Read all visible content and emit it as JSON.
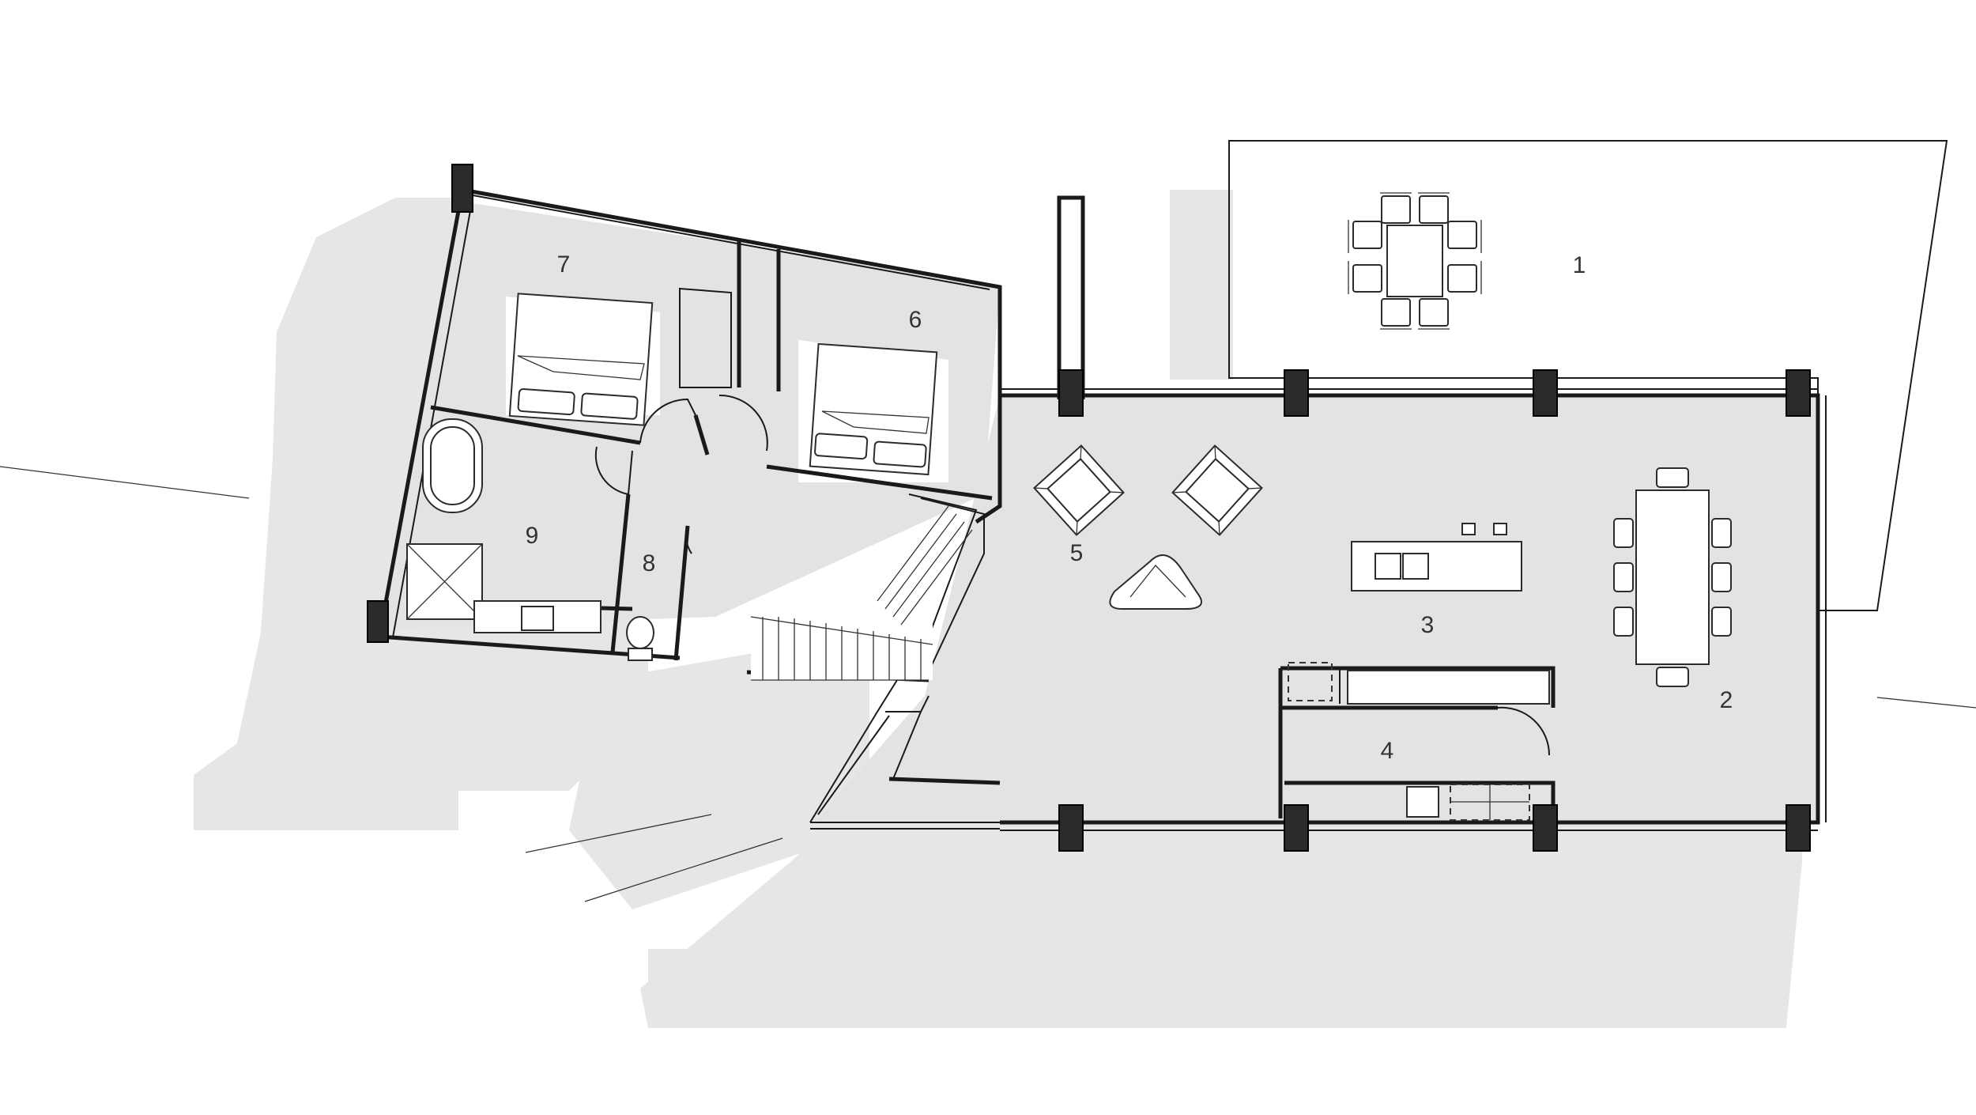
{
  "plan": {
    "rooms": [
      {
        "id": "1",
        "label": "1"
      },
      {
        "id": "2",
        "label": "2"
      },
      {
        "id": "3",
        "label": "3"
      },
      {
        "id": "4",
        "label": "4"
      },
      {
        "id": "5",
        "label": "5"
      },
      {
        "id": "6",
        "label": "6"
      },
      {
        "id": "7",
        "label": "7"
      },
      {
        "id": "8",
        "label": "8"
      },
      {
        "id": "9",
        "label": "9"
      }
    ]
  }
}
